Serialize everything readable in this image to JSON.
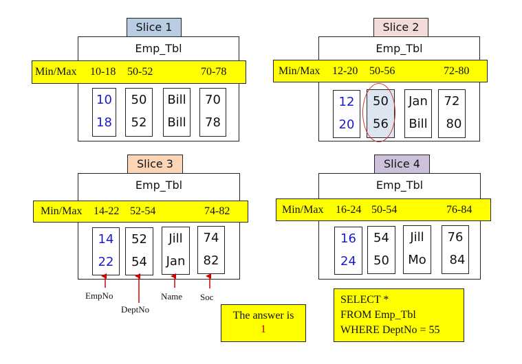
{
  "table_name": "Emp_Tbl",
  "minmax_label": "Min/Max",
  "colors": {
    "slice1": "#b8cce4",
    "slice2": "#f2dcdb",
    "slice3": "#fbd5b5",
    "slice4": "#ccc0da",
    "band": "#ffff00",
    "empno_text": "#1a1acd",
    "highlight": "#dde5f1",
    "ellipse": "#d03030",
    "answer_value": "#c00000"
  },
  "slices": [
    {
      "label": "Slice 1",
      "ranges": {
        "empno": "10-18",
        "deptno": "50-52",
        "soc": "70-78"
      },
      "columns": {
        "empno": [
          "10",
          "18"
        ],
        "deptno": [
          "50",
          "52"
        ],
        "name": [
          "Bill",
          "Bill"
        ],
        "soc": [
          "70",
          "78"
        ]
      }
    },
    {
      "label": "Slice 2",
      "ranges": {
        "empno": "12-20",
        "deptno": "50-56",
        "soc": "72-80"
      },
      "columns": {
        "empno": [
          "12",
          "20"
        ],
        "deptno": [
          "50",
          "56"
        ],
        "name": [
          "Jan",
          "Bill"
        ],
        "soc": [
          "72",
          "80"
        ]
      },
      "highlighted_column": "deptno"
    },
    {
      "label": "Slice 3",
      "ranges": {
        "empno": "14-22",
        "deptno": "52-54",
        "soc": "74-82"
      },
      "columns": {
        "empno": [
          "14",
          "22"
        ],
        "deptno": [
          "52",
          "54"
        ],
        "name": [
          "Jill",
          "Jan"
        ],
        "soc": [
          "74",
          "82"
        ]
      }
    },
    {
      "label": "Slice 4",
      "ranges": {
        "empno": "16-24",
        "deptno": "50-54",
        "soc": "76-84"
      },
      "columns": {
        "empno": [
          "16",
          "24"
        ],
        "deptno": [
          "54",
          "50"
        ],
        "name": [
          "Jill",
          "Mo"
        ],
        "soc": [
          "76",
          "84"
        ]
      }
    }
  ],
  "column_annotations": {
    "empno": "EmpNo",
    "deptno": "DeptNo",
    "name": "Name",
    "soc": "Soc"
  },
  "answer": {
    "text": "The answer is",
    "value": "1"
  },
  "query": {
    "line1": "SELECT *",
    "line2": "FROM Emp_Tbl",
    "line3": "WHERE DeptNo = 55"
  }
}
